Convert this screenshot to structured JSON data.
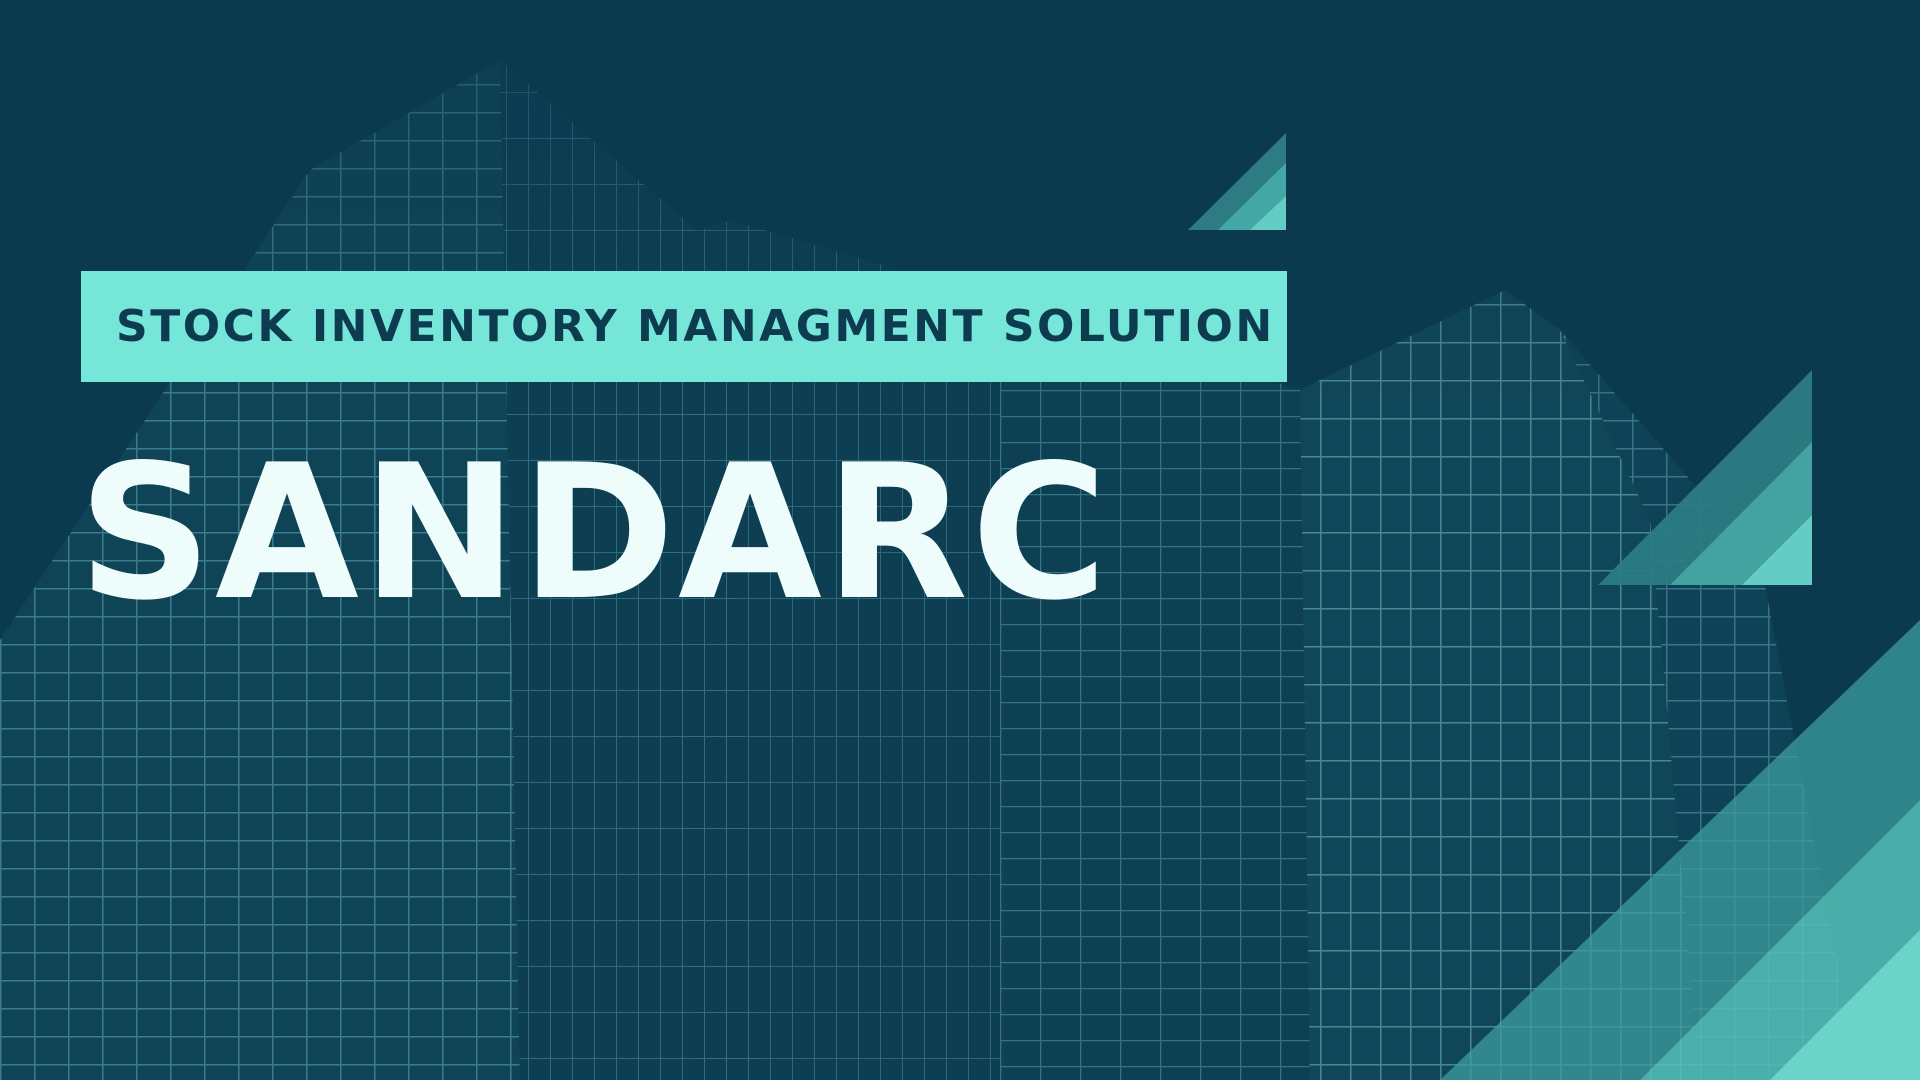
{
  "slide": {
    "tagline": "STOCK INVENTORY MANAGMENT SOLUTION",
    "brand": "SANDARC"
  },
  "colors": {
    "background": "#0b3a4f",
    "building_lines": "#3d7f8f",
    "accent": "#76e6d9",
    "tagline_text": "#0d3c50",
    "title_text": "#eefcfc"
  },
  "background_image": "glass-skyscrapers-photo"
}
